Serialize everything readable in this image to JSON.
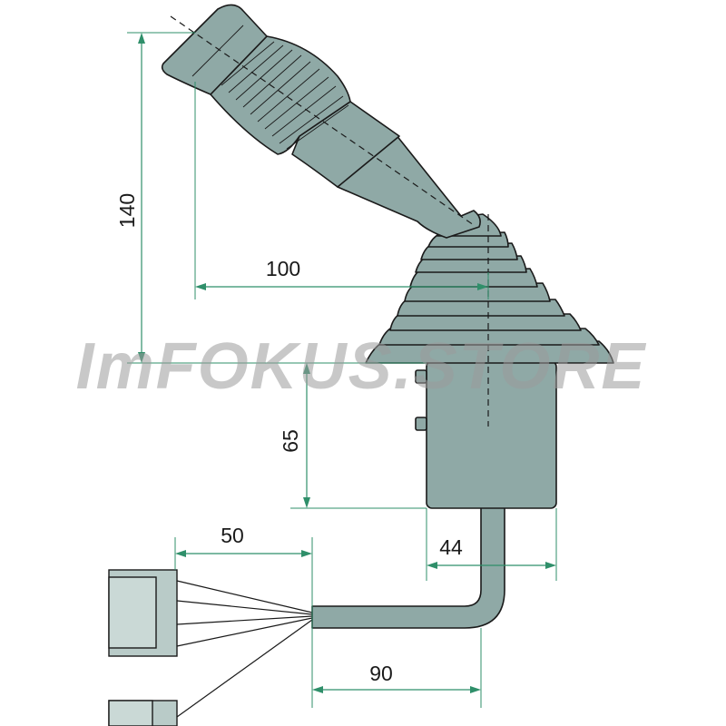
{
  "dimensions": {
    "height_total": "140",
    "offset_horizontal": "100",
    "housing_height": "65",
    "housing_width": "44",
    "connector_length": "50",
    "cable_length": "90"
  },
  "watermark": "ImFOKUS.STORE",
  "colors": {
    "part_fill": "#8fa9a6",
    "part_light": "#b9cbc8",
    "dimension": "#2f8f6a",
    "outline": "#1a1a1a",
    "watermark": "#9a9a9a"
  }
}
